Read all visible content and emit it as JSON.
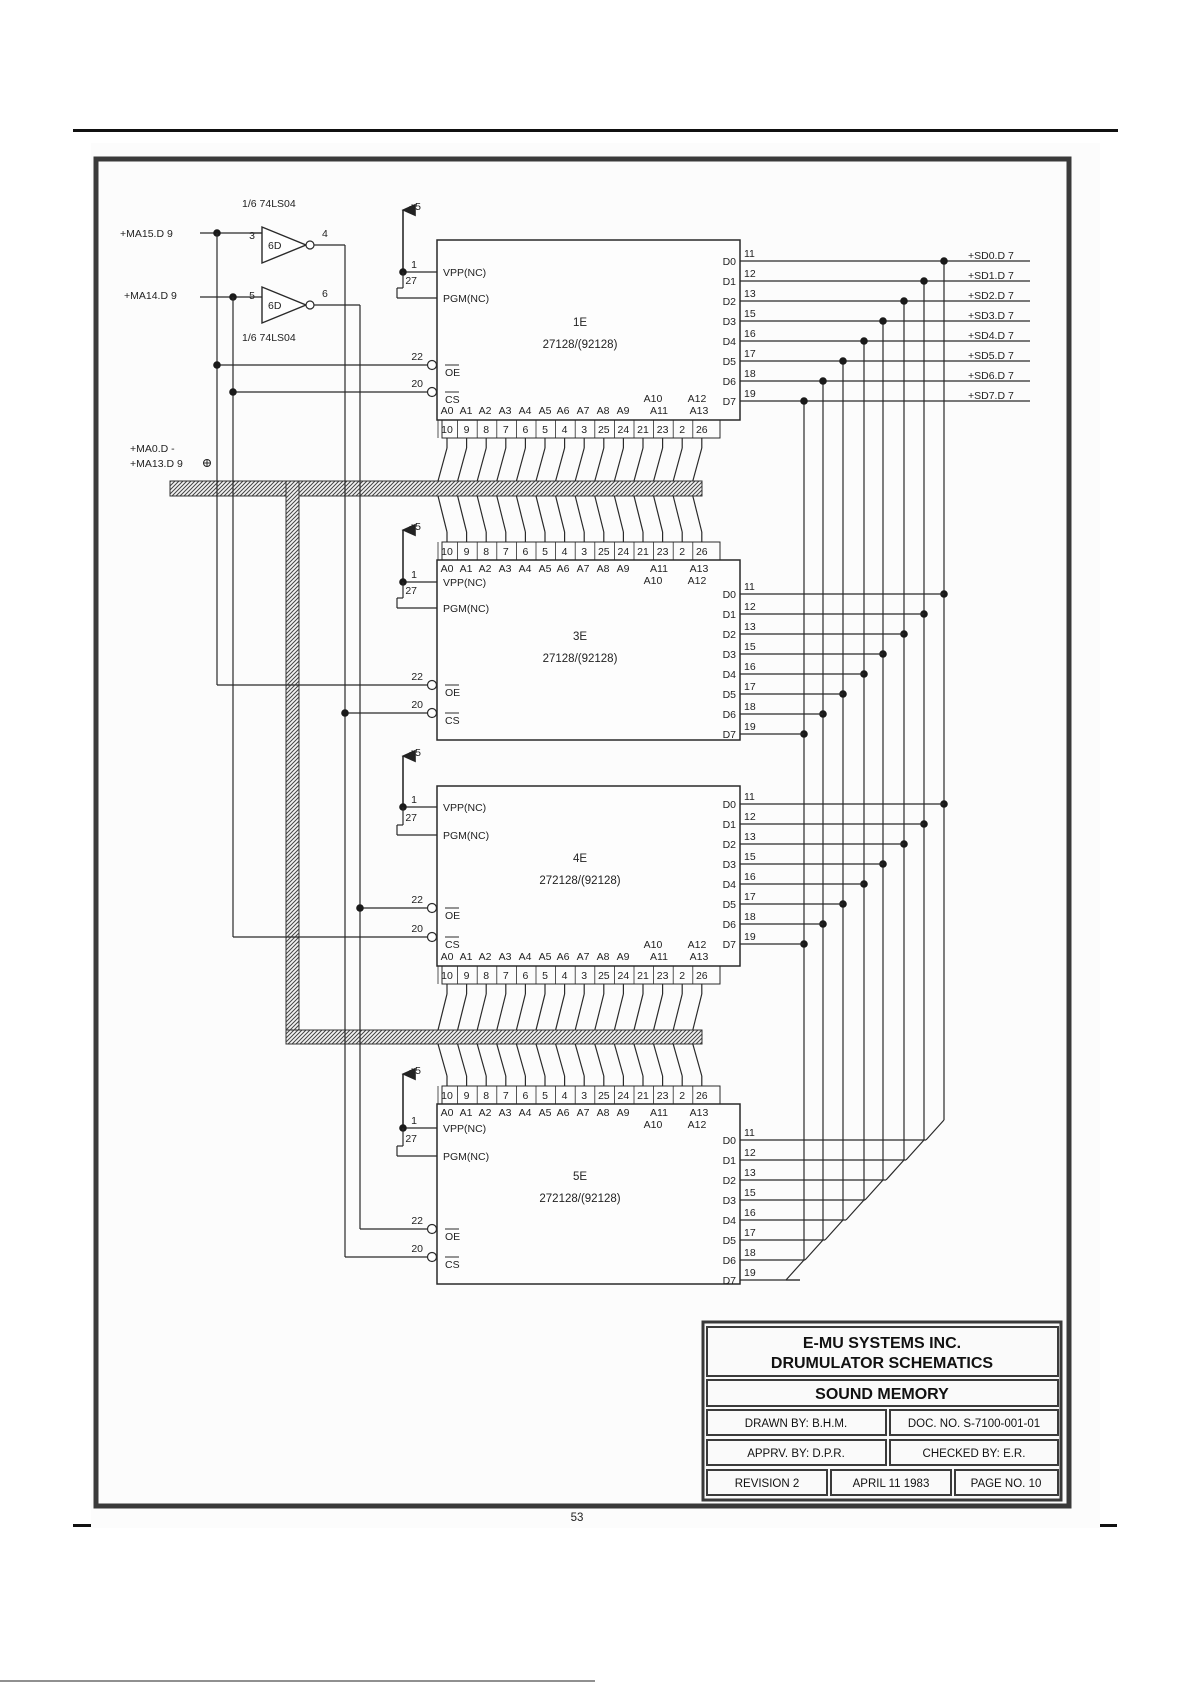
{
  "gates": {
    "top_part": "1/6 74LS04",
    "bottom_part": "1/6 74LS04",
    "top": {
      "name": "6D",
      "in_pin": "3",
      "out_pin": "4"
    },
    "bottom": {
      "name": "6D",
      "in_pin": "5",
      "out_pin": "6"
    }
  },
  "inputs": {
    "ma15": "+MA15.D 9",
    "ma14": "+MA14.D 9",
    "bus_line1": "+MA0.D -",
    "bus_line2": "+MA13.D 9"
  },
  "supply": "+5",
  "chips": [
    {
      "ref": "1E",
      "part": "27128/(92128)"
    },
    {
      "ref": "3E",
      "part": "27128/(92128)"
    },
    {
      "ref": "4E",
      "part": "272128/(92128)"
    },
    {
      "ref": "5E",
      "part": "272128/(92128)"
    }
  ],
  "pins": {
    "vpp": "VPP(NC)",
    "vpp_num": "1",
    "pgm": "PGM(NC)",
    "pgm_num": "27",
    "oe": "OE",
    "oe_num": "22",
    "cs": "CS",
    "cs_num": "20",
    "address_row1": [
      "A0",
      "A1",
      "A2",
      "A3",
      "A4",
      "A5",
      "A6",
      "A7",
      "A8",
      "A9",
      "A11",
      "A13"
    ],
    "address_row2": [
      "A10",
      "A12"
    ],
    "address_pins": [
      "10",
      "9",
      "8",
      "7",
      "6",
      "5",
      "4",
      "3",
      "25",
      "24",
      "21",
      "23",
      "2",
      "26"
    ],
    "data": [
      "D0",
      "D1",
      "D2",
      "D3",
      "D4",
      "D5",
      "D6",
      "D7"
    ],
    "data_pins": [
      "11",
      "12",
      "13",
      "15",
      "16",
      "17",
      "18",
      "19"
    ]
  },
  "outputs": [
    "+SD0.D 7",
    "+SD1.D 7",
    "+SD2.D 7",
    "+SD3.D 7",
    "+SD4.D 7",
    "+SD5.D 7",
    "+SD6.D 7",
    "+SD7.D 7"
  ],
  "title_block": {
    "company": "E-MU SYSTEMS INC.",
    "title": "DRUMULATOR SCHEMATICS",
    "subtitle": "SOUND MEMORY",
    "drawn_by": "DRAWN BY: B.H.M.",
    "doc_no": "DOC. NO. S-7100-001-01",
    "apprv_by": "APPRV. BY: D.P.R.",
    "checked_by": "CHECKED BY: E.R.",
    "revision": "REVISION 2",
    "date": "APRIL 11 1983",
    "page_no": "PAGE NO. 10"
  },
  "page_number": "53"
}
